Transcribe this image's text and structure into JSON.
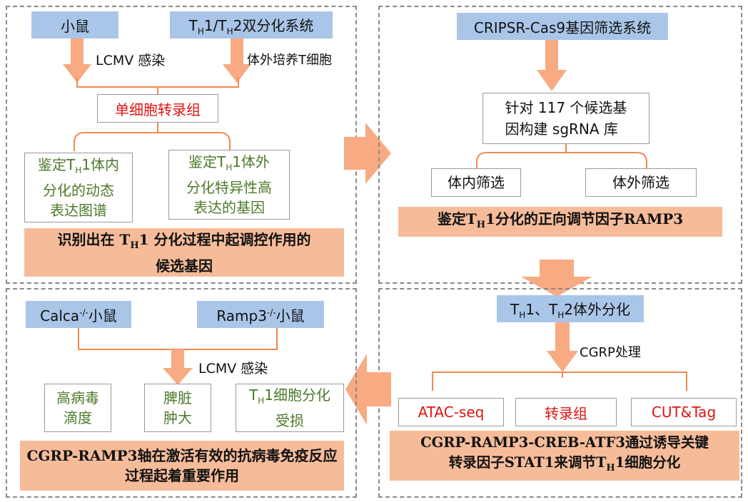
{
  "panel1": {
    "mouse": "小鼠",
    "th_system": "TH1/TH2双分化系统",
    "lcmv_label": "LCMV 感染",
    "culture_label": "体外培养T细胞",
    "scrna": "单细胞转录组",
    "box_a": "鉴定TH1体内分化的动态表达图谱",
    "box_b": "鉴定TH1体外分化特异性高表达的基因",
    "result": "识别出在 TH1 分化过程中起调控作用的候选基因"
  },
  "panel2": {
    "crispr": "CRIPSR-Cas9基因筛选系统",
    "library": "针对 117 个候选基因构建 sgRNA 库",
    "in_vivo": "体内筛选",
    "in_vitro": "体外筛选",
    "result": "鉴定TH1分化的正向调节因子RAMP3"
  },
  "panel3": {
    "th_diff": "TH1、TH2体外分化",
    "cgrp_label": "CGRP处理",
    "atac": "ATAC-seq",
    "transcriptome": "转录组",
    "cuttag": "CUT&Tag",
    "result": "CGRP-RAMP3-CREB-ATF3通过诱导关键转录因子STAT1来调节TH1细胞分化"
  },
  "panel4": {
    "calca": "Calca-/-小鼠",
    "ramp3": "Ramp3-/-小鼠",
    "lcmv_label": "LCMV 感染",
    "titer": "高病毒滴度",
    "spleen": "脾脏肿大",
    "impaired": "TH1细胞分化受损",
    "result": "CGRP-RAMP3轴在激活有效的抗病毒免疫反应过程起着重要作用"
  },
  "colors": {
    "blue_box": "#a9c6e8",
    "salmon_box": "#f6bc9a",
    "arrow": "#f8aa82",
    "green_text": "#4d7a2a",
    "red_text": "#e0140e",
    "bracket": "#f08a50"
  }
}
